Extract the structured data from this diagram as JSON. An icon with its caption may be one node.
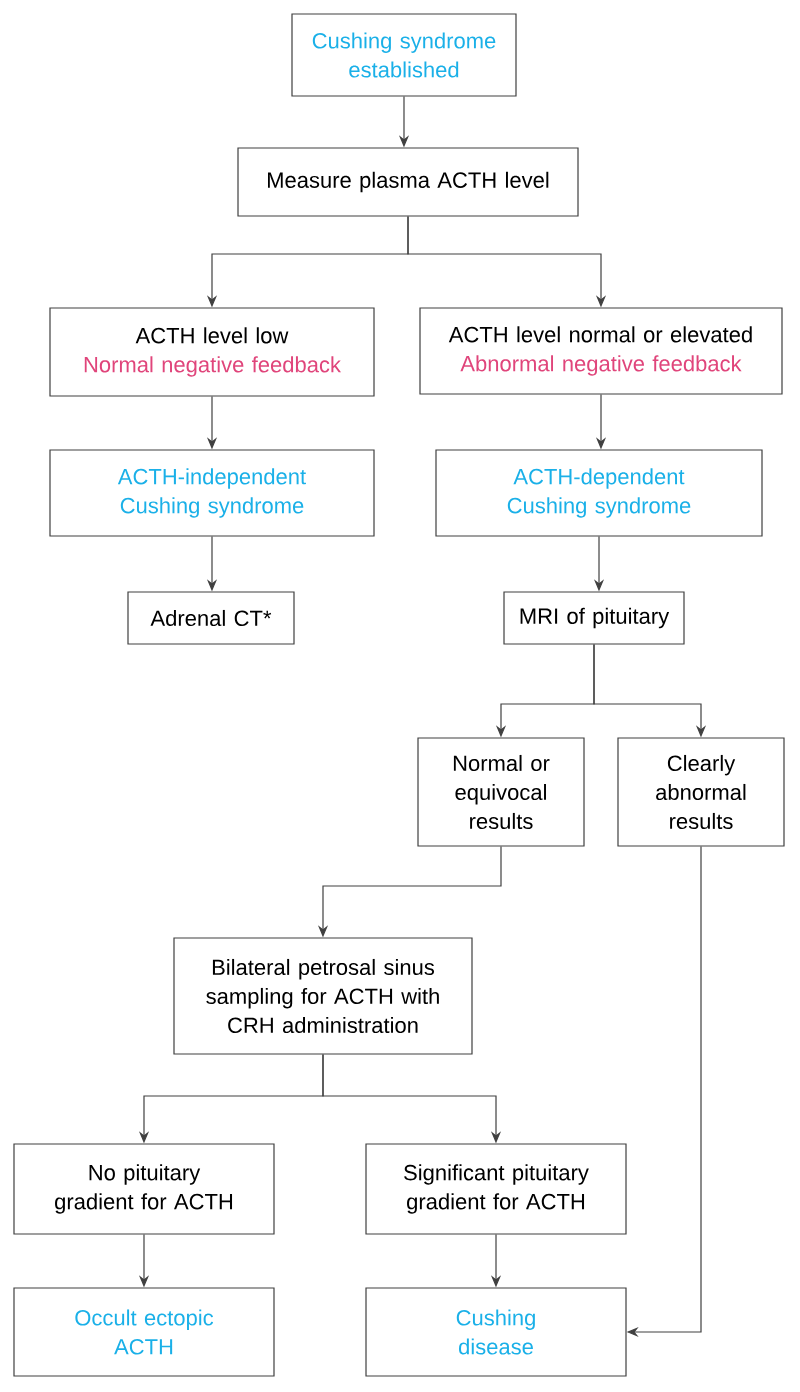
{
  "diagram": {
    "nodes": [
      {
        "text": [
          "Cushing syndrome established"
        ]
      },
      {
        "text": [
          "Measure plasma ACTH level"
        ]
      },
      {
        "text": [
          "ACTH level low",
          "Normal negative feedback"
        ]
      },
      {
        "text": [
          "ACTH level normal or elevated",
          "Abnormal negative feedback"
        ]
      },
      {
        "text": [
          "ACTH-independent Cushing syndrome"
        ]
      },
      {
        "text": [
          "ACTH-dependent Cushing syndrome"
        ]
      },
      {
        "text": [
          "Adrenal CT*"
        ]
      },
      {
        "text": [
          "MRI of pituitary"
        ]
      },
      {
        "text": [
          "Normal or equivocal results"
        ]
      },
      {
        "text": [
          "Clearly abnormal results"
        ]
      },
      {
        "text": [
          "Bilateral petrosal sinus sampling for ACTH with CRH administration"
        ]
      },
      {
        "text": [
          "No pituitary gradient for ACTH"
        ]
      },
      {
        "text": [
          "Significant pituitary gradient for ACTH"
        ]
      },
      {
        "text": [
          "Occult ectopic ACTH"
        ]
      },
      {
        "text": [
          "Cushing disease"
        ]
      }
    ],
    "edges": [
      {
        "from": 0,
        "to": 1,
        "arrow": "to"
      },
      {
        "from": 1,
        "to": 2,
        "arrow": "to"
      },
      {
        "from": 1,
        "to": 3,
        "arrow": "to"
      },
      {
        "from": 2,
        "to": 4,
        "arrow": "to"
      },
      {
        "from": 3,
        "to": 5,
        "arrow": "to"
      },
      {
        "from": 4,
        "to": 6,
        "arrow": "to"
      },
      {
        "from": 5,
        "to": 7,
        "arrow": "to"
      },
      {
        "from": 7,
        "to": 8,
        "arrow": "to"
      },
      {
        "from": 7,
        "to": 9,
        "arrow": "to"
      },
      {
        "from": 8,
        "to": 10,
        "arrow": "to"
      },
      {
        "from": 10,
        "to": 11,
        "arrow": "to"
      },
      {
        "from": 10,
        "to": 12,
        "arrow": "to"
      },
      {
        "from": 11,
        "to": 13,
        "arrow": "to"
      },
      {
        "from": 12,
        "to": 14,
        "arrow": "to"
      },
      {
        "from": 9,
        "to": 14,
        "arrow": "to"
      }
    ]
  }
}
